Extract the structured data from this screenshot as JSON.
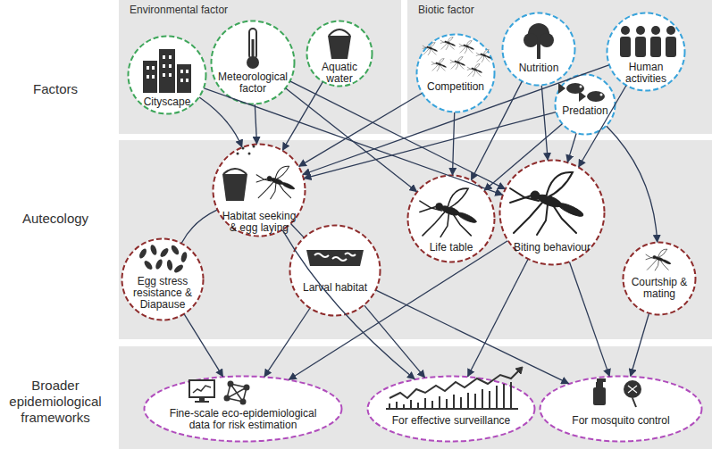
{
  "diagram": {
    "nodes": [
      {
        "text": [
          "Environmental factor"
        ]
      },
      {
        "text": [
          "Cityscape"
        ],
        "in": 0
      },
      {
        "text": [
          "Meteorological factor"
        ],
        "in": 0
      },
      {
        "text": [
          "Aquatic water"
        ],
        "in": 0
      },
      {
        "text": [
          "Biotic factor"
        ]
      },
      {
        "text": [
          "Competition"
        ],
        "in": 4
      },
      {
        "text": [
          "Nutrition"
        ],
        "in": 4
      },
      {
        "text": [
          "Human activities"
        ],
        "in": 4
      },
      {
        "text": [
          "Predation"
        ],
        "in": 4
      },
      {
        "text": [
          "Habitat seeking & egg laying"
        ]
      },
      {
        "text": [
          "Life table"
        ]
      },
      {
        "text": [
          "Biting behaviour"
        ]
      },
      {
        "text": [
          "Egg stress resistance & Diapause"
        ]
      },
      {
        "text": [
          "Larval habitat"
        ]
      },
      {
        "text": [
          "Courtship & mating"
        ]
      },
      {
        "text": [
          "Fine-scale eco-epidemiological data for risk estimation"
        ]
      },
      {
        "text": [
          "For effective surveillance"
        ]
      },
      {
        "text": [
          "For mosquito control"
        ]
      }
    ],
    "edges": [
      {
        "from": 1,
        "to": 9,
        "arrow": "to"
      },
      {
        "from": 1,
        "to": 11,
        "arrow": "to"
      },
      {
        "from": 2,
        "to": 9,
        "arrow": "to"
      },
      {
        "from": 2,
        "to": 10,
        "arrow": "to"
      },
      {
        "from": 2,
        "to": 11,
        "arrow": "to"
      },
      {
        "from": 3,
        "to": 9,
        "arrow": "to"
      },
      {
        "from": 5,
        "to": 9,
        "arrow": "to"
      },
      {
        "from": 5,
        "to": 10,
        "arrow": "to"
      },
      {
        "from": 6,
        "to": 10,
        "arrow": "to"
      },
      {
        "from": 6,
        "to": 11,
        "arrow": "to"
      },
      {
        "from": 7,
        "to": 9,
        "arrow": "to"
      },
      {
        "from": 7,
        "to": 11,
        "arrow": "to"
      },
      {
        "from": 8,
        "to": 9,
        "arrow": "to"
      },
      {
        "from": 8,
        "to": 10,
        "arrow": "to"
      },
      {
        "from": 8,
        "to": 11,
        "arrow": "to"
      },
      {
        "from": 8,
        "to": 14,
        "arrow": "to"
      },
      {
        "from": 9,
        "to": 12,
        "arrow": "none"
      },
      {
        "from": 9,
        "to": 13,
        "arrow": "none"
      },
      {
        "from": 9,
        "to": 16,
        "arrow": "to"
      },
      {
        "from": 12,
        "to": 15,
        "arrow": "to"
      },
      {
        "from": 13,
        "to": 15,
        "arrow": "to"
      },
      {
        "from": 13,
        "to": 16,
        "arrow": "to"
      },
      {
        "from": 13,
        "to": 17,
        "arrow": "to"
      },
      {
        "from": 11,
        "to": 15,
        "arrow": "to"
      },
      {
        "from": 11,
        "to": 16,
        "arrow": "to"
      },
      {
        "from": 11,
        "to": 17,
        "arrow": "to"
      },
      {
        "from": 14,
        "to": 17,
        "arrow": "to"
      }
    ],
    "labels": [
      "Factors",
      "Autecology",
      "Broader epidemiological frameworks"
    ]
  }
}
